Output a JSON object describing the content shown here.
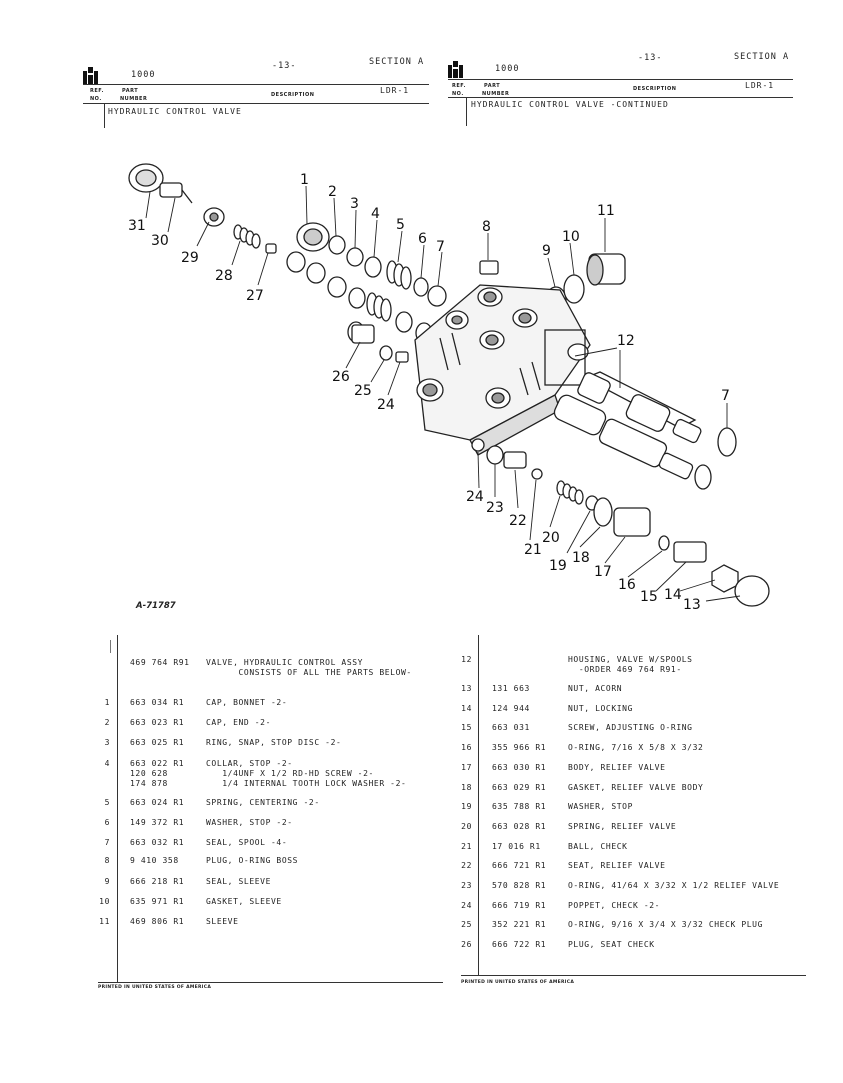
{
  "left_header": {
    "model": "1000",
    "page": "-13-",
    "section": "SECTION  A",
    "code": "LDR-1",
    "col_ref": "REF.",
    "col_no": "NO.",
    "col_part": "PART",
    "col_number": "NUMBER",
    "col_desc": "DESCRIPTION",
    "subtitle": "HYDRAULIC CONTROL VALVE"
  },
  "right_header": {
    "model": "1000",
    "page": "-13-",
    "section": "SECTION  A",
    "code": "LDR-1",
    "col_ref": "REF.",
    "col_no": "NO.",
    "col_part": "PART",
    "col_number": "NUMBER",
    "col_desc": "DESCRIPTION",
    "subtitle": "HYDRAULIC CONTROL VALVE   -CONTINUED"
  },
  "figure": {
    "id": "A-71787",
    "callouts": [
      "1",
      "2",
      "3",
      "4",
      "5",
      "6",
      "7",
      "8",
      "9",
      "10",
      "11",
      "12",
      "7",
      "26",
      "25",
      "24",
      "24",
      "23",
      "22",
      "21",
      "20",
      "19",
      "18",
      "17",
      "16",
      "15",
      "14",
      "13",
      "27",
      "28",
      "29",
      "30",
      "31"
    ]
  },
  "left_parts": [
    {
      "ref": "",
      "lines": [
        {
          "num": "469 764 R91",
          "desc": "VALVE, HYDRAULIC CONTROL ASSY"
        },
        {
          "num": "",
          "desc": "      CONSISTS OF ALL THE PARTS BELOW-"
        }
      ]
    },
    {
      "ref": "1",
      "lines": [
        {
          "num": "663 034 R1",
          "desc": "CAP, BONNET -2-"
        }
      ]
    },
    {
      "ref": "2",
      "lines": [
        {
          "num": "663 023 R1",
          "desc": "CAP, END -2-"
        }
      ]
    },
    {
      "ref": "3",
      "lines": [
        {
          "num": "663 025 R1",
          "desc": "RING, SNAP, STOP DISC -2-"
        }
      ]
    },
    {
      "ref": "4",
      "lines": [
        {
          "num": "663 022 R1",
          "desc": "COLLAR, STOP -2-"
        },
        {
          "num": "120 628",
          "desc": "   1/4UNF X 1/2 RD-HD SCREW -2-"
        },
        {
          "num": "174 878",
          "desc": "   1/4 INTERNAL TOOTH LOCK WASHER -2-"
        }
      ]
    },
    {
      "ref": "5",
      "lines": [
        {
          "num": "663 024 R1",
          "desc": "SPRING, CENTERING -2-"
        }
      ]
    },
    {
      "ref": "6",
      "lines": [
        {
          "num": "149 372 R1",
          "desc": "WASHER, STOP -2-"
        }
      ]
    },
    {
      "ref": "7",
      "lines": [
        {
          "num": "663 032 R1",
          "desc": "SEAL, SPOOL -4-"
        }
      ]
    },
    {
      "ref": "8",
      "lines": [
        {
          "num": "9 410 358",
          "desc": "PLUG, O-RING BOSS"
        }
      ]
    },
    {
      "ref": "9",
      "lines": [
        {
          "num": "666 218 R1",
          "desc": "SEAL, SLEEVE"
        }
      ]
    },
    {
      "ref": "10",
      "lines": [
        {
          "num": "635 971 R1",
          "desc": "GASKET, SLEEVE"
        }
      ]
    },
    {
      "ref": "11",
      "lines": [
        {
          "num": "469 806 R1",
          "desc": "SLEEVE"
        }
      ]
    }
  ],
  "right_parts": [
    {
      "ref": "12",
      "lines": [
        {
          "num": "",
          "desc": "HOUSING, VALVE W/SPOOLS"
        },
        {
          "num": "",
          "desc": "  -ORDER 469 764 R91-"
        }
      ]
    },
    {
      "ref": "13",
      "lines": [
        {
          "num": "131 663",
          "desc": "NUT, ACORN"
        }
      ]
    },
    {
      "ref": "14",
      "lines": [
        {
          "num": "124 944",
          "desc": "NUT, LOCKING"
        }
      ]
    },
    {
      "ref": "15",
      "lines": [
        {
          "num": "663 031",
          "desc": "SCREW, ADJUSTING O-RING"
        }
      ]
    },
    {
      "ref": "16",
      "lines": [
        {
          "num": "355 966 R1",
          "desc": "O-RING, 7/16 X 5/8 X 3/32"
        }
      ]
    },
    {
      "ref": "17",
      "lines": [
        {
          "num": "663 030 R1",
          "desc": "BODY, RELIEF VALVE"
        }
      ]
    },
    {
      "ref": "18",
      "lines": [
        {
          "num": "663 029 R1",
          "desc": "GASKET, RELIEF VALVE BODY"
        }
      ]
    },
    {
      "ref": "19",
      "lines": [
        {
          "num": "635 788 R1",
          "desc": "WASHER, STOP"
        }
      ]
    },
    {
      "ref": "20",
      "lines": [
        {
          "num": "663 028 R1",
          "desc": "SPRING, RELIEF VALVE"
        }
      ]
    },
    {
      "ref": "21",
      "lines": [
        {
          "num": "17 016 R1",
          "desc": "BALL, CHECK"
        }
      ]
    },
    {
      "ref": "22",
      "lines": [
        {
          "num": "666 721 R1",
          "desc": "SEAT, RELIEF VALVE"
        }
      ]
    },
    {
      "ref": "23",
      "lines": [
        {
          "num": "570 828 R1",
          "desc": "O-RING, 41/64 X 3/32 X 1/2 RELIEF VALVE"
        }
      ]
    },
    {
      "ref": "24",
      "lines": [
        {
          "num": "666 719 R1",
          "desc": "POPPET, CHECK -2-"
        }
      ]
    },
    {
      "ref": "25",
      "lines": [
        {
          "num": "352 221 R1",
          "desc": "O-RING, 9/16 X 3/4 X 3/32 CHECK PLUG"
        }
      ]
    },
    {
      "ref": "26",
      "lines": [
        {
          "num": "666 722 R1",
          "desc": "PLUG, SEAT CHECK"
        }
      ]
    }
  ],
  "footer": {
    "left": "PRINTED IN UNITED STATES OF AMERICA",
    "right": "PRINTED IN UNITED STATES OF AMERICA"
  }
}
